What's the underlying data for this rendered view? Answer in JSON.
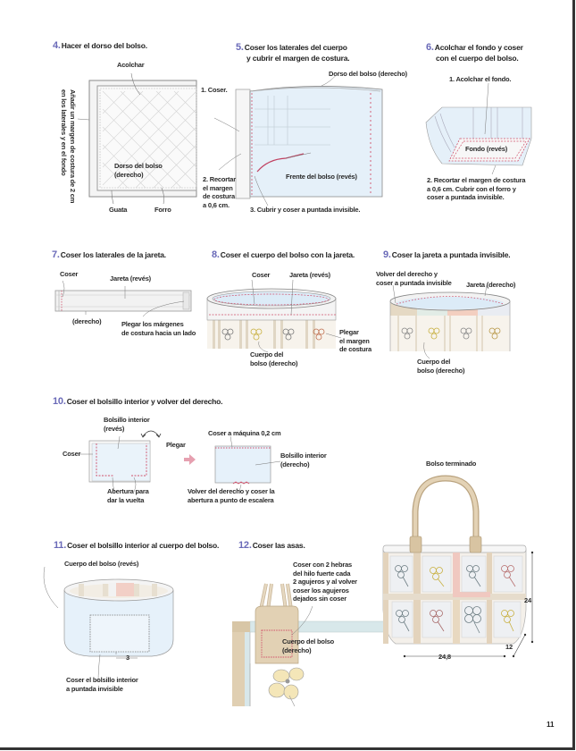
{
  "page_number": "11",
  "colors": {
    "step_number": "#6a6ab8",
    "stitch": "#d0506a",
    "fabric_blue": "#e3eff8",
    "handle_tan": "#dcc8a8",
    "outline": "#888888"
  },
  "steps": [
    {
      "number": "4.",
      "title": "Hacer el dorso del bolso.",
      "labels": {
        "quilt": "Acolchar",
        "side_note": "Añadir un margen de costura de 2 cm en los laterales y en el fondo",
        "back_line1": "Dorso del bolso",
        "back_line2": "(derecho)",
        "batting": "Guata",
        "lining": "Forro"
      }
    },
    {
      "number": "5.",
      "title_line1": "Coser los laterales del cuerpo",
      "title_line2": "y cubrir el margen de costura.",
      "labels": {
        "back": "Dorso del bolso (derecho)",
        "sew": "1. Coser.",
        "trim_l1": "2. Recortar",
        "trim_l2": "el margen",
        "trim_l3": "de costura",
        "trim_l4": "a 0,6 cm.",
        "front": "Frente del bolso (revés)",
        "cover": "3. Cubrir y coser a puntada invisible."
      }
    },
    {
      "number": "6.",
      "title_line1": "Acolchar el fondo y coser",
      "title_line2": "con el cuerpo del bolso.",
      "labels": {
        "quilt_bottom": "1. Acolchar el fondo.",
        "bottom": "Fondo (revés)",
        "trim_l1": "2. Recortar el margen de costura",
        "trim_l2": "a 0,6 cm. Cubrir con el forro y",
        "trim_l3": "coser a puntada invisible."
      }
    },
    {
      "number": "7.",
      "title": "Coser los laterales de la jareta.",
      "labels": {
        "sew": "Coser",
        "casing": "Jareta (revés)",
        "right_side": "(derecho)",
        "fold_l1": "Plegar los márgenes",
        "fold_l2": "de costura hacia un lado"
      }
    },
    {
      "number": "8.",
      "title": "Coser el cuerpo del bolso con la jareta.",
      "labels": {
        "sew": "Coser",
        "casing": "Jareta (revés)",
        "body_l1": "Cuerpo del",
        "body_l2": "bolso (derecho)",
        "fold_l1": "Plegar",
        "fold_l2": "el margen",
        "fold_l3": "de costura"
      }
    },
    {
      "number": "9.",
      "title": "Coser la jareta a puntada invisible.",
      "labels": {
        "turn_l1": "Volver del derecho y",
        "turn_l2": "coser a puntada invisible",
        "casing": "Jareta (derecho)",
        "body_l1": "Cuerpo del",
        "body_l2": "bolso (derecho)"
      }
    },
    {
      "number": "10.",
      "title": "Coser el bolsillo interior y volver del derecho.",
      "labels": {
        "pocket_l1": "Bolsillo interior",
        "pocket_l2": "(revés)",
        "fold": "Plegar",
        "sew": "Coser",
        "opening_l1": "Abertura para",
        "opening_l2": "dar la vuelta",
        "machine": "Coser a máquina 0,2 cm",
        "pocket_r_l1": "Bolsillo interior",
        "pocket_r_l2": "(derecho)",
        "turn_l1": "Volver del derecho y coser la",
        "turn_l2": "abertura a punto de escalera"
      }
    },
    {
      "number": "11.",
      "title": "Coser el bolsillo interior al cuerpo del bolso.",
      "labels": {
        "body": "Cuerpo del bolso (revés)",
        "measure": "3",
        "sew_l1": "Coser el bolsillo interior",
        "sew_l2": "a puntada invisible"
      }
    },
    {
      "number": "12.",
      "title": "Coser las asas.",
      "labels": {
        "note_l1": "Coser con 2 hebras",
        "note_l2": "del hilo fuerte cada",
        "note_l3": "2 agujeros y al volver",
        "note_l4": "coser los agujeros",
        "note_l5": "dejados sin coser",
        "body_l1": "Cuerpo del bolso",
        "body_l2": "(derecho)"
      }
    }
  ],
  "finished": {
    "title": "Bolso terminado",
    "height": "24",
    "depth": "12",
    "width": "24,8"
  }
}
